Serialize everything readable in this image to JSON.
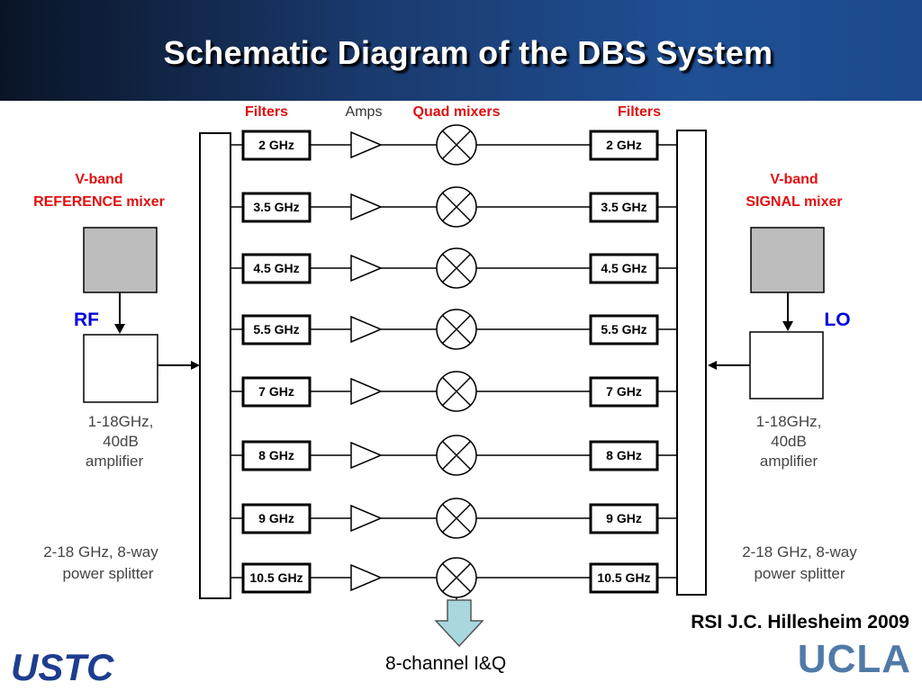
{
  "title": "Schematic Diagram of the DBS System",
  "columns": {
    "filters_left": "Filters",
    "amps": "Amps",
    "quad_mixers": "Quad mixers",
    "filters_right": "Filters"
  },
  "channels": [
    "2 GHz",
    "3.5 GHz",
    "4.5 GHz",
    "5.5 GHz",
    "7 GHz",
    "8 GHz",
    "9 GHz",
    "10.5 GHz"
  ],
  "left": {
    "mixer_label": [
      "V-band",
      "REFERENCE mixer"
    ],
    "input_label": "RF",
    "amplifier_label": [
      "1-18GHz,",
      "40dB",
      "amplifier"
    ],
    "splitter_label": [
      "2-18 GHz, 8-way",
      "power splitter"
    ]
  },
  "right": {
    "mixer_label": [
      "V-band",
      "SIGNAL mixer"
    ],
    "input_label": "LO",
    "amplifier_label": [
      "1-18GHz,",
      "40dB",
      "amplifier"
    ],
    "splitter_label": [
      "2-18 GHz, 8-way",
      "power splitter"
    ]
  },
  "output_label": "8-channel I&Q",
  "credit": "RSI J.C. Hillesheim 2009",
  "logos": {
    "left": "USTC",
    "right": "UCLA"
  },
  "colors": {
    "banner": "#1f4f94",
    "red_label": "#e01010",
    "blue_label": "#0000dd",
    "mixer_block": "#bdbdbd",
    "output_arrow": "#a8d8de"
  }
}
